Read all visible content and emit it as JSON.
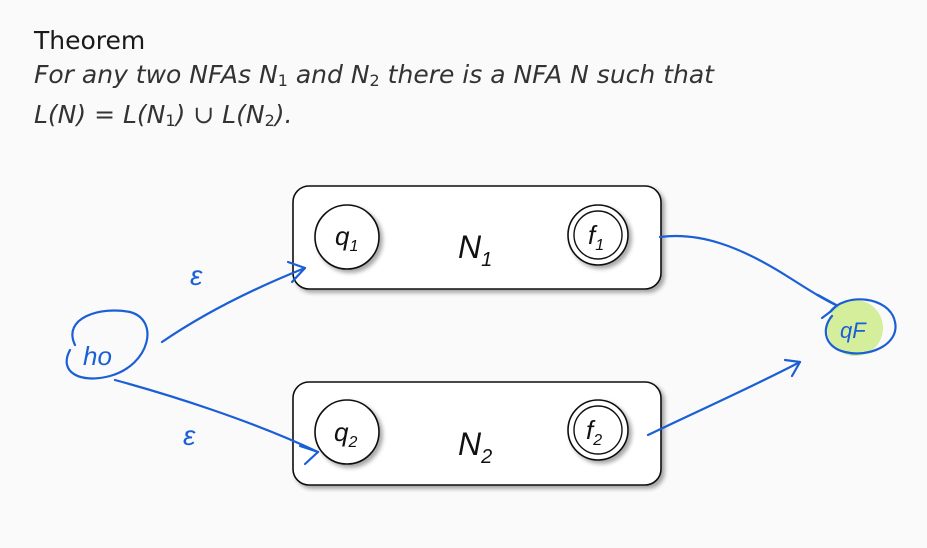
{
  "theorem": {
    "heading": "Theorem",
    "line1_text": "For any two NFAs ",
    "line1_n": "N",
    "line1_sub1": "1",
    "line1_and": " and ",
    "line1_sub2": "2",
    "line1_rest": " there is a NFA N such that",
    "line2_L1": "L(N) ",
    "line2_eq": "=",
    "line2_L2": " L(N",
    "line2_sub1": "1",
    "line2_close1": ") ",
    "line2_cup": "∪",
    "line2_L3": " L(N",
    "line2_sub2": "2",
    "line2_close2": ")."
  },
  "diagram": {
    "ink_color": "#1a5fd6",
    "accept_highlight": "#cdeb8b",
    "nfa1": {
      "name": "N",
      "sub": "1",
      "start": "q",
      "start_sub": "1",
      "final": "f",
      "final_sub": "1"
    },
    "nfa2": {
      "name": "N",
      "sub": "2",
      "start": "q",
      "start_sub": "2",
      "final": "f",
      "final_sub": "2"
    },
    "new_start_label": "ho",
    "new_final_label": "qF",
    "eps_top": "ε",
    "eps_bottom": "ε"
  }
}
